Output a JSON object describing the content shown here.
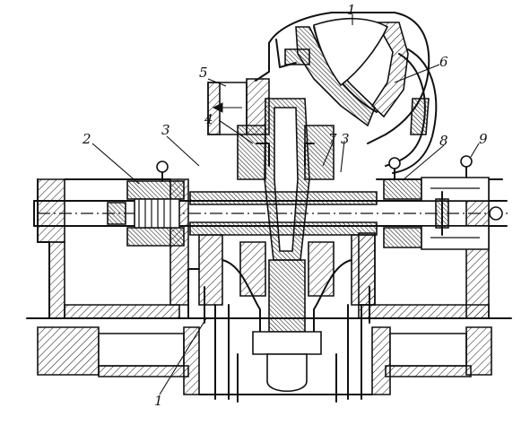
{
  "callouts": {
    "c1": "1",
    "c2": "2",
    "c3": "3",
    "c4": "4",
    "c5": "5",
    "c6": "6",
    "c7": "7",
    "c8": "8",
    "c9": "9",
    "c_bottom": "1"
  },
  "icons": [
    "flange-inlet",
    "volute-casing",
    "shaft",
    "impeller",
    "bearing-housing",
    "pedestal-frame",
    "coupling",
    "oil-pipes"
  ]
}
